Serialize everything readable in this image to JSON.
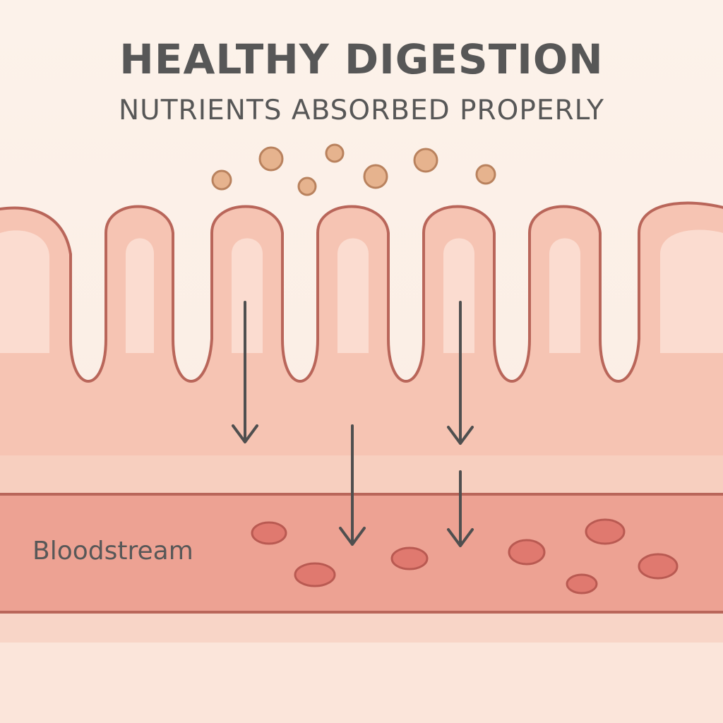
{
  "title": "HEALTHY DIGESTION",
  "subtitle": "NUTRIENTS ABSORBED PROPERLY",
  "bloodstream_label": "Bloodstream",
  "colors": {
    "background": "#fcf2ea",
    "tissue": "#f6c4b3",
    "tissue_outline": "#b9665a",
    "villus_highlight": "#fbdcd0",
    "vessel": "#eda293",
    "vessel_outline": "#b9665a",
    "blood_cell": "#e0796f",
    "nutrient": "#e6b38e",
    "nutrient_outline": "#b9825e",
    "arrow": "#4f4f4f",
    "text": "#575757"
  }
}
